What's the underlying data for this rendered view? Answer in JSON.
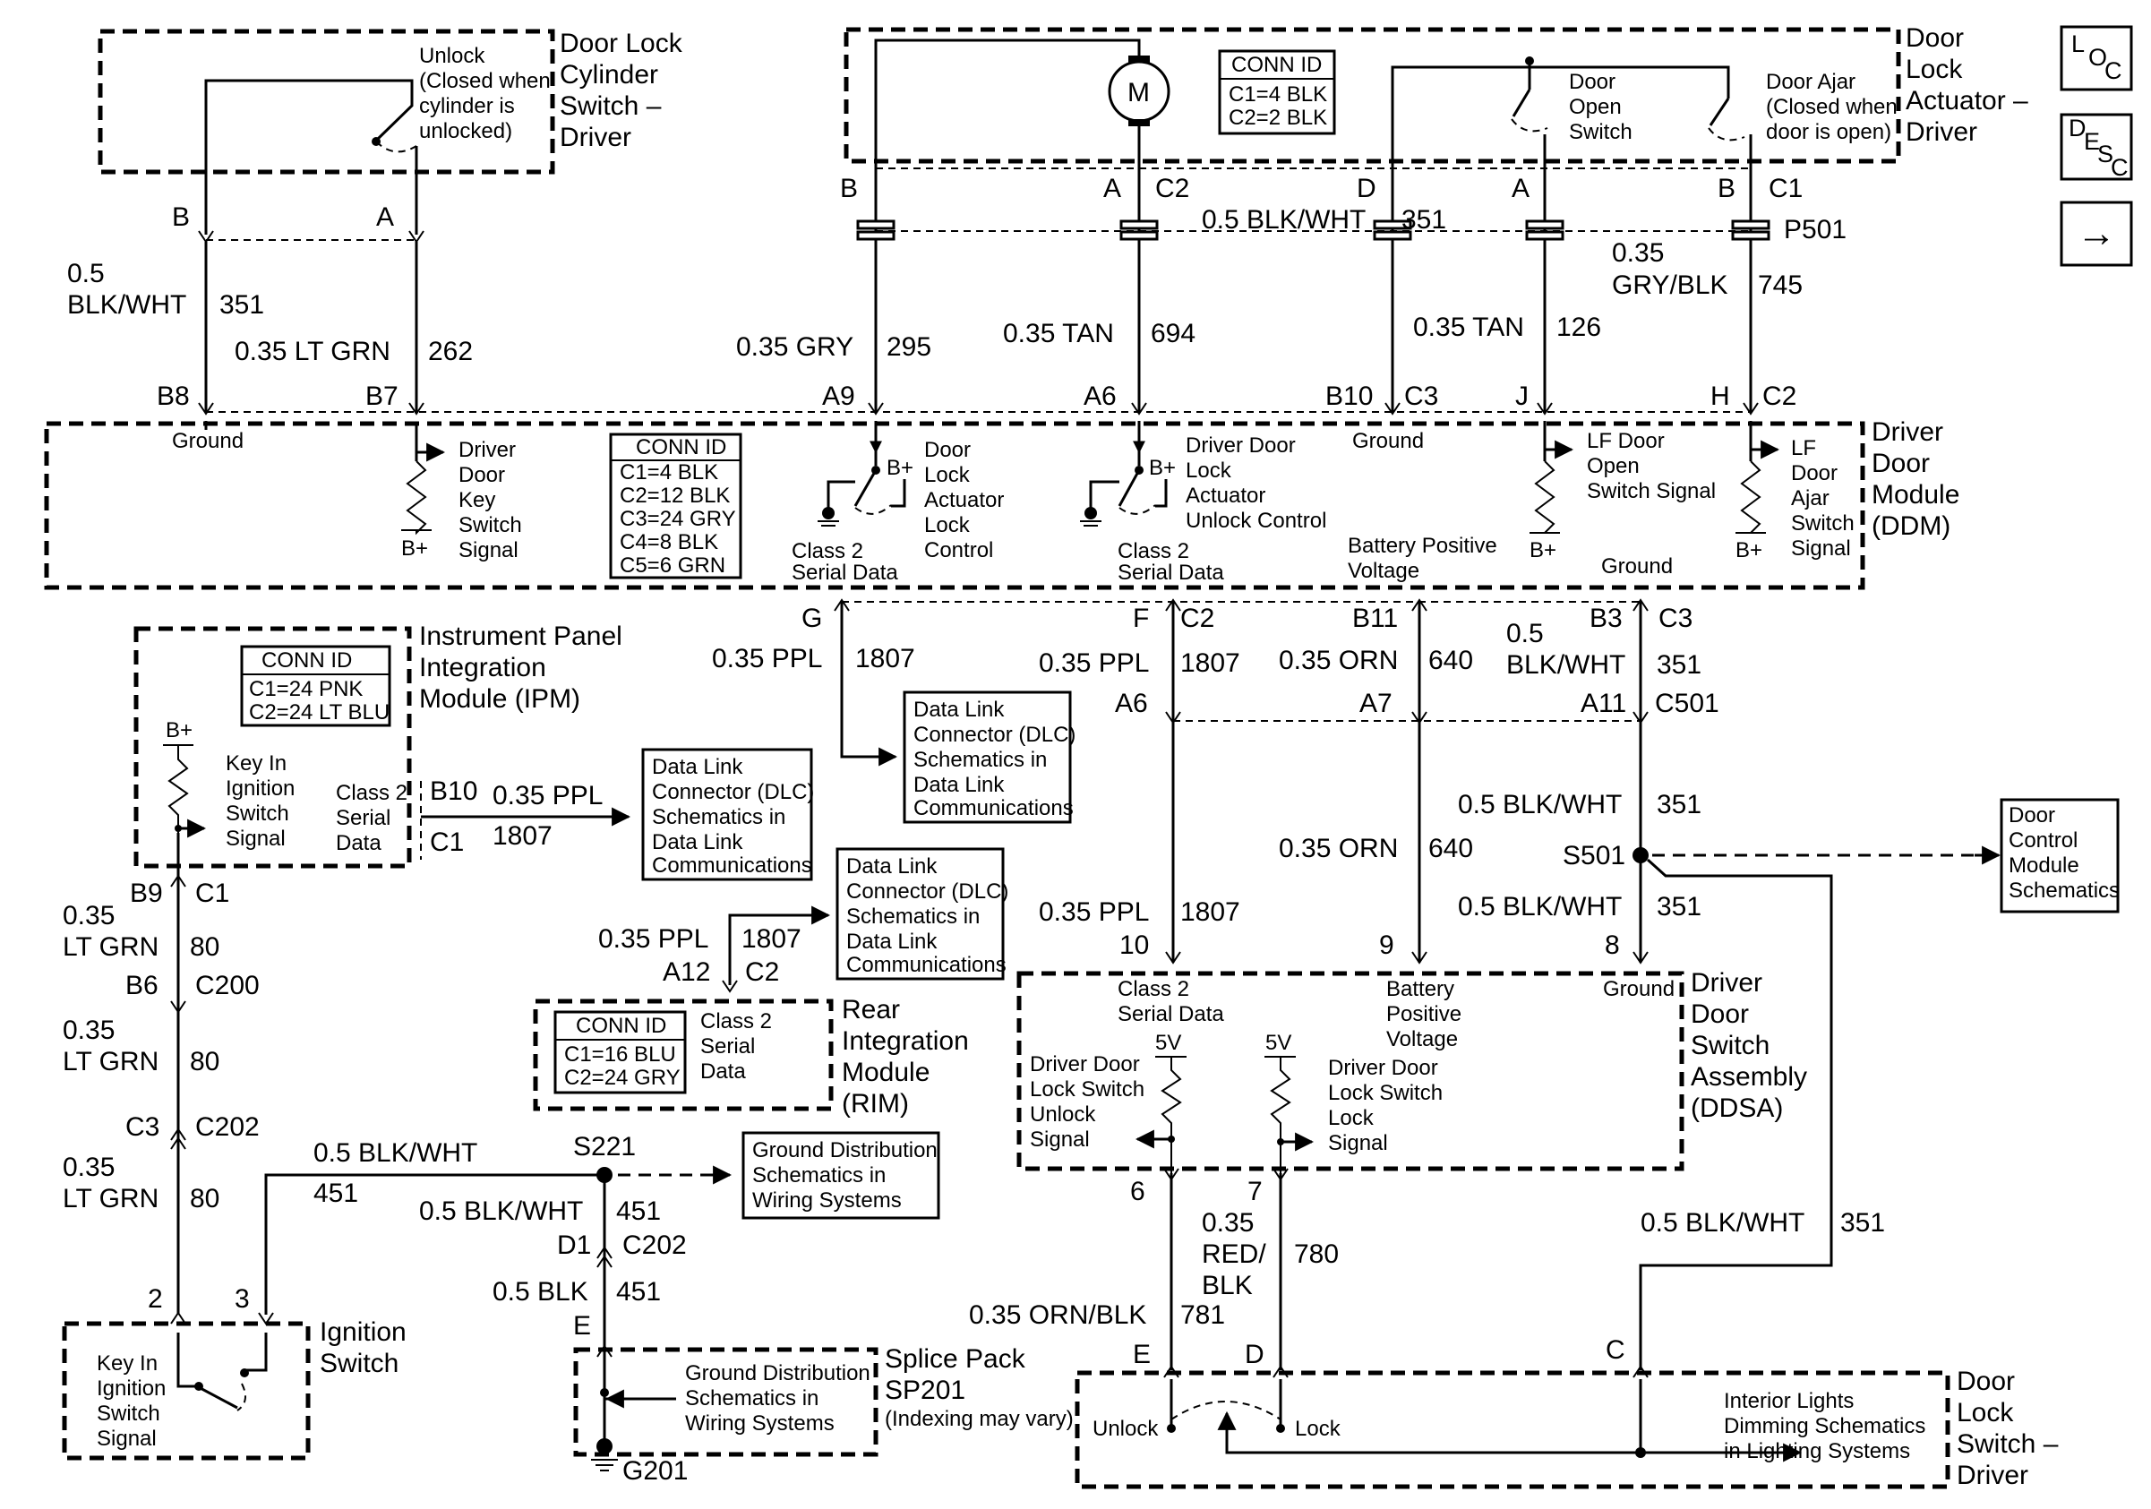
{
  "components": {
    "lock_cylinder_switch": {
      "name": [
        "Door Lock",
        "Cylinder",
        "Switch –",
        "Driver"
      ],
      "note": [
        "Unlock",
        "(Closed when",
        "cylinder is",
        "unlocked)"
      ]
    },
    "actuator": {
      "name": [
        "Door",
        "Lock",
        "Actuator –",
        "Driver"
      ],
      "motor": "M",
      "door_open_switch": [
        "Door",
        "Open",
        "Switch"
      ],
      "door_ajar_note": [
        "Door Ajar",
        "(Closed when",
        "door is open)"
      ],
      "conn_id": {
        "title": "CONN ID",
        "rows": [
          "C1=4 BLK",
          "C2=2 BLK"
        ]
      }
    },
    "ddm": {
      "name": [
        "Driver",
        "Door",
        "Module",
        "(DDM)"
      ],
      "conn_id": {
        "title": "CONN ID",
        "rows": [
          "C1=4 BLK",
          "C2=12 BLK",
          "C3=24 GRY",
          "C4=8 BLK",
          "C5=6 GRN"
        ]
      },
      "ground_left": "Ground",
      "key_switch": [
        "Driver",
        "Door",
        "Key",
        "Switch",
        "Signal"
      ],
      "bplus": "B+",
      "lock_control": [
        "Door",
        "Lock",
        "Actuator",
        "Lock",
        "Control"
      ],
      "class2_a": [
        "Class 2",
        "Serial Data"
      ],
      "unlock_control": [
        "Driver Door",
        "Lock",
        "Actuator",
        "Unlock Control"
      ],
      "class2_b": [
        "Class 2",
        "Serial Data"
      ],
      "ground_mid": "Ground",
      "battery": [
        "Battery Positive",
        "Voltage"
      ],
      "lf_open": [
        "LF Door",
        "Open",
        "Switch Signal"
      ],
      "ground_right": "Ground",
      "lf_ajar": [
        "LF",
        "Door",
        "Ajar",
        "Switch",
        "Signal"
      ]
    },
    "ipm": {
      "name": [
        "Instrument Panel",
        "Integration",
        "Module (IPM)"
      ],
      "conn_id": {
        "title": "CONN ID",
        "rows": [
          "C1=24 PNK",
          "C2=24 LT BLU"
        ]
      },
      "bplus": "B+",
      "key_in": [
        "Key In",
        "Ignition",
        "Switch",
        "Signal"
      ],
      "class2": [
        "Class 2",
        "Serial",
        "Data"
      ]
    },
    "rim": {
      "name": [
        "Rear",
        "Integration",
        "Module",
        "(RIM)"
      ],
      "conn_id": {
        "title": "CONN ID",
        "rows": [
          "C1=16 BLU",
          "C2=24 GRY"
        ]
      },
      "class2": [
        "Class 2",
        "Serial",
        "Data"
      ]
    },
    "ddsa": {
      "name": [
        "Driver",
        "Door",
        "Switch",
        "Assembly",
        "(DDSA)"
      ],
      "class2": [
        "Class 2",
        "Serial Data"
      ],
      "battery": [
        "Battery",
        "Positive",
        "Voltage"
      ],
      "ground": "Ground",
      "v5a": "5V",
      "v5b": "5V",
      "unlock_sig": [
        "Driver Door",
        "Lock Switch",
        "Unlock",
        "Signal"
      ],
      "lock_sig": [
        "Driver Door",
        "Lock Switch",
        "Lock",
        "Signal"
      ]
    },
    "ignition_switch": {
      "name": [
        "Ignition",
        "Switch"
      ],
      "key_in": [
        "Key In",
        "Ignition",
        "Switch",
        "Signal"
      ]
    },
    "splice_pack": {
      "name": [
        "Splice Pack",
        "SP201"
      ],
      "note": "(Indexing may vary)",
      "ref": [
        "Ground Distribution",
        "Schematics in",
        "Wiring Systems"
      ],
      "ground": "G201"
    },
    "lock_switch": {
      "name": [
        "Door",
        "Lock",
        "Switch –",
        "Driver"
      ],
      "unlock": "Unlock",
      "lock": "Lock",
      "ref": [
        "Interior Lights",
        "Dimming Schematics",
        "in Lighting Systems"
      ]
    }
  },
  "refs": {
    "dlc_ipm": [
      "Data Link",
      "Connector (DLC)",
      "Schematics in",
      "Data Link",
      "Communications"
    ],
    "dlc_ddm": [
      "Data Link",
      "Connector (DLC)",
      "Schematics in",
      "Data Link",
      "Communications"
    ],
    "dlc_rim": [
      "Data Link",
      "Connector (DLC)",
      "Schematics in",
      "Data Link",
      "Communications"
    ],
    "ground_dist": [
      "Ground Distribution",
      "Schematics in",
      "Wiring Systems"
    ],
    "door_control": [
      "Door",
      "Control",
      "Module",
      "Schematics"
    ]
  },
  "pins": {
    "top_B": "B",
    "top_A": "A",
    "act_B": "B",
    "act_A": "A",
    "act_C2": "C2",
    "act_D": "D",
    "act_A2": "A",
    "act_B2": "B",
    "act_C1": "C1",
    "p501": "P501",
    "ddm_B8": "B8",
    "ddm_B7": "B7",
    "ddm_A9": "A9",
    "ddm_A6": "A6",
    "ddm_B10": "B10",
    "ddm_C3": "C3",
    "ddm_J": "J",
    "ddm_H": "H",
    "ddm_C2": "C2",
    "ddm_G": "G",
    "ddm_F": "F",
    "ddm_C2b": "C2",
    "ddm_B11": "B11",
    "ddm_B3": "B3",
    "ddm_C3b": "C3",
    "c501_A6": "A6",
    "c501_A7": "A7",
    "c501_A11": "A11",
    "c501": "C501",
    "s501": "S501",
    "ddsa_10": "10",
    "ddsa_9": "9",
    "ddsa_8": "8",
    "ddsa_6": "6",
    "ddsa_7": "7",
    "ipm_B10": "B10",
    "ipm_C1": "C1",
    "ipm_B9": "B9",
    "ipm_C1b": "C1",
    "c200_B6": "B6",
    "c200": "C200",
    "c202_C3": "C3",
    "c202": "C202",
    "rim_A12": "A12",
    "rim_C2": "C2",
    "s221": "S221",
    "d1": "D1",
    "c202b": "C202",
    "e_splice": "E",
    "ign_2": "2",
    "ign_3": "3",
    "sw_E": "E",
    "sw_D": "D",
    "sw_C": "C"
  },
  "wires": {
    "w351a_size": "0.5",
    "w351a_color": "BLK/WHT",
    "w351a_circ": "351",
    "w262": "0.35 LT GRN",
    "w262_circ": "262",
    "w295": "0.35 GRY",
    "w295_circ": "295",
    "w694": "0.35 TAN",
    "w694_circ": "694",
    "w351b": "0.5 BLK/WHT",
    "w351b_circ": "351",
    "w126": "0.35 TAN",
    "w126_circ": "126",
    "w745_size": "0.35",
    "w745_color": "GRY/BLK",
    "w745_circ": "745",
    "w1807a": "0.35 PPL",
    "w1807a_circ": "1807",
    "w1807b": "0.35 PPL",
    "w1807b_circ": "1807",
    "w640a": "0.35 ORN",
    "w640a_circ": "640",
    "w351c_size": "0.5",
    "w351c_color": "BLK/WHT",
    "w351c_circ": "351",
    "w351d": "0.5 BLK/WHT",
    "w351d_circ": "351",
    "w640b": "0.35 ORN",
    "w640b_circ": "640",
    "w1807c": "0.35 PPL",
    "w1807c_circ": "1807",
    "w351e": "0.5 BLK/WHT",
    "w351e_circ": "351",
    "w1807d": "0.35 PPL",
    "w1807d_circ": "1807",
    "w1807e": "0.35 PPL",
    "w1807e_circ": "1807",
    "w80a_size": "0.35",
    "w80a_color": "LT GRN",
    "w80a_circ": "80",
    "w80b_size": "0.35",
    "w80b_color": "LT GRN",
    "w80b_circ": "80",
    "w80c_size": "0.35",
    "w80c_color": "LT GRN",
    "w80c_circ": "80",
    "w451a": "0.5 BLK/WHT",
    "w451a_circ": "451",
    "w451b": "0.5 BLK/WHT",
    "w451b_circ": "451",
    "w451c": "0.5 BLK",
    "w451c_circ": "451",
    "w780_size": "0.35",
    "w780_c1": "RED/",
    "w780_c2": "BLK",
    "w780_circ": "780",
    "w781": "0.35 ORN/BLK",
    "w781_circ": "781",
    "w351f": "0.5 BLK/WHT",
    "w351f_circ": "351"
  },
  "nav": {
    "loc": [
      "L",
      "O",
      "C"
    ],
    "desc": [
      "D",
      "E",
      "S",
      "C"
    ],
    "next": "→"
  }
}
